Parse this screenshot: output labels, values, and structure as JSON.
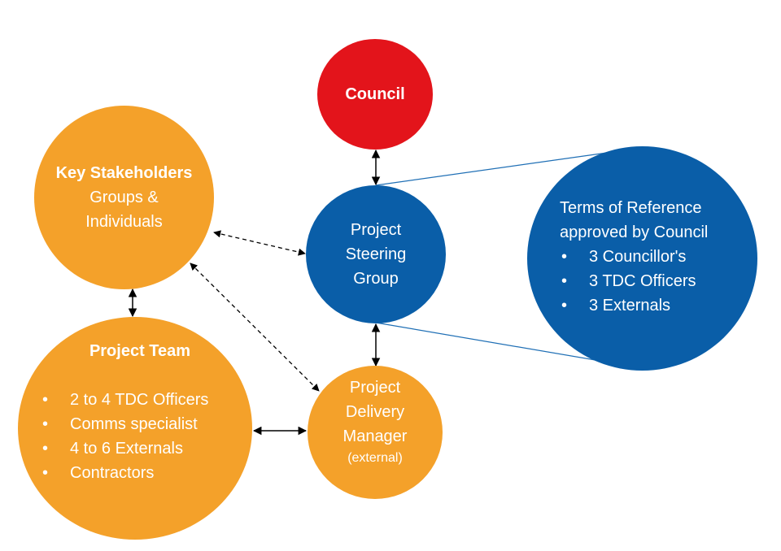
{
  "council": {
    "label": "Council"
  },
  "key_stakeholders": {
    "title": "Key Stakeholders",
    "line1": "Groups &",
    "line2": "Individuals"
  },
  "steering_group": {
    "line1": "Project",
    "line2": "Steering",
    "line3": "Group"
  },
  "terms_of_reference": {
    "line1": "Terms of Reference",
    "line2": "approved by Council",
    "items": [
      "3 Councillor's",
      "3 TDC Officers",
      "3 Externals"
    ]
  },
  "project_team": {
    "title": "Project Team",
    "items": [
      "2 to 4 TDC Officers",
      "Comms specialist",
      "4 to 6 Externals",
      "Contractors"
    ]
  },
  "delivery_manager": {
    "line1": "Project",
    "line2": "Delivery",
    "line3": "Manager",
    "note": "(external)"
  },
  "colors": {
    "orange": "#f4a12a",
    "red": "#e3141b",
    "blue": "#0a5ea8",
    "connector": "#1f6fb5"
  }
}
